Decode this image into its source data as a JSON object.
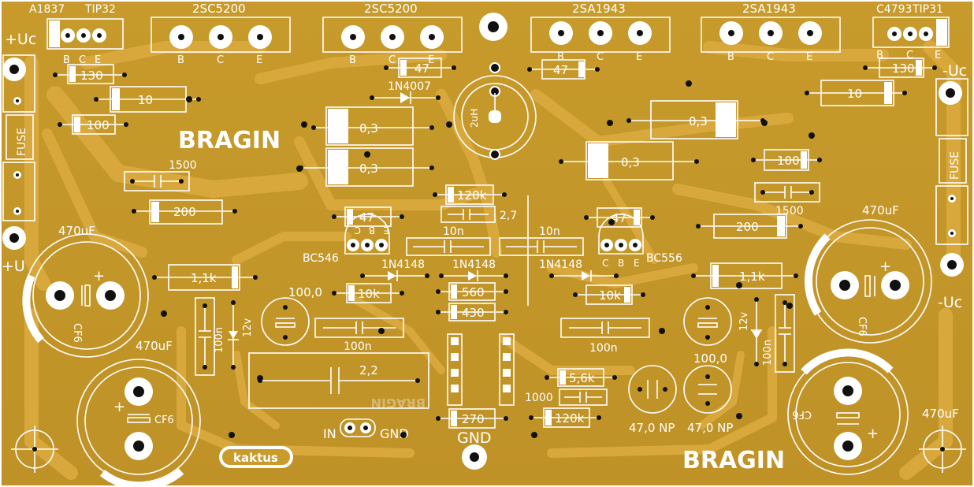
{
  "board": {
    "colors": {
      "copper": "#c89b2c",
      "copper_light": "#dcae44",
      "silk": "#ffffff",
      "hole": "#111111"
    },
    "brand": [
      "BRAGIN",
      "BRAGIN"
    ],
    "mirrored_brand": "BRAGIN",
    "logo": "kaktus",
    "supply": {
      "pos_left": "+Uc",
      "pos_left2": "+U",
      "neg_right": "-Uc",
      "neg_right2": "-Uc"
    },
    "fuses": [
      "FUSE",
      "FUSE"
    ],
    "transistors_top": [
      {
        "name": "A1837",
        "pins": [
          "B",
          "C",
          "E"
        ]
      },
      {
        "name": "TIP32"
      },
      {
        "name": "2SC5200",
        "pins": [
          "B",
          "C",
          "E"
        ]
      },
      {
        "name": "2SC5200",
        "pins": [
          "B",
          "C",
          "E"
        ]
      },
      {
        "name": "2SA1943",
        "pins": [
          "B",
          "C",
          "E"
        ]
      },
      {
        "name": "2SA1943",
        "pins": [
          "B",
          "C",
          "E"
        ]
      },
      {
        "name": "C4793",
        "pins": [
          "B",
          "C",
          "E"
        ]
      },
      {
        "name": "TIP31"
      }
    ],
    "small_transistors": [
      {
        "name": "BC546",
        "pins": [
          "C",
          "B",
          "E"
        ]
      },
      {
        "name": "BC556",
        "pins": [
          "C",
          "B",
          "E"
        ]
      }
    ],
    "resistors": [
      "130",
      "10",
      "100",
      "47",
      "47",
      "0,3",
      "0,3",
      "0,3",
      "10",
      "130",
      "100",
      "200",
      "120k",
      "47",
      "47",
      "1,1k",
      "10k",
      "560",
      "430",
      "10k",
      "1,1k",
      "200",
      "5,6k",
      "120k",
      "270"
    ],
    "capacitors": [
      "1500",
      "1500",
      "10n",
      "10n",
      "100n",
      "100n",
      "2,2",
      "100n",
      "100n",
      "1000",
      "2,7"
    ],
    "electrolytics": [
      "470uF",
      "470uF",
      "470uF",
      "470uF",
      "100,0",
      "100,0",
      "47,0 NP",
      "47,0 NP"
    ],
    "cap_type": [
      "CF6",
      "CF6",
      "CF6",
      "CF6"
    ],
    "diodes": [
      "1N4007",
      "1N4148",
      "1N4148",
      "1N4148",
      "12v",
      "12v"
    ],
    "inductor": "2uH",
    "connector": {
      "in": "IN",
      "gnd": "GND"
    },
    "gnd_main": "GND"
  }
}
